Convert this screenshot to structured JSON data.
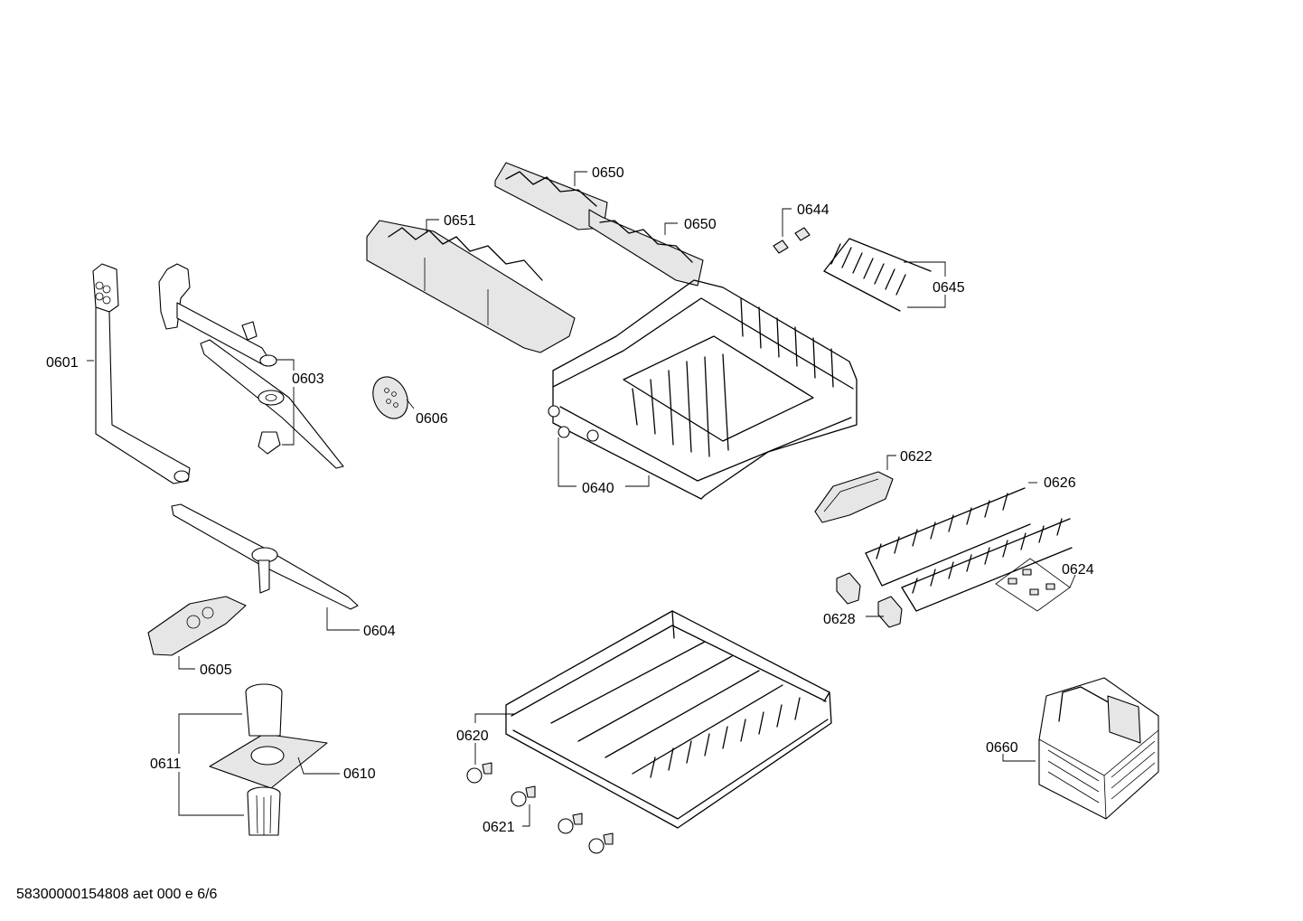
{
  "labels": {
    "p0601": "0601",
    "p0603": "0603",
    "p0604": "0604",
    "p0605": "0605",
    "p0606": "0606",
    "p0610": "0610",
    "p0611": "0611",
    "p0620": "0620",
    "p0621": "0621",
    "p0622": "0622",
    "p0624": "0624",
    "p0626": "0626",
    "p0628": "0628",
    "p0640": "0640",
    "p0644": "0644",
    "p0645": "0645",
    "p0650a": "0650",
    "p0650b": "0650",
    "p0651": "0651",
    "p0660": "0660"
  },
  "footer": "58300000154808 aet 000 e 6/6"
}
